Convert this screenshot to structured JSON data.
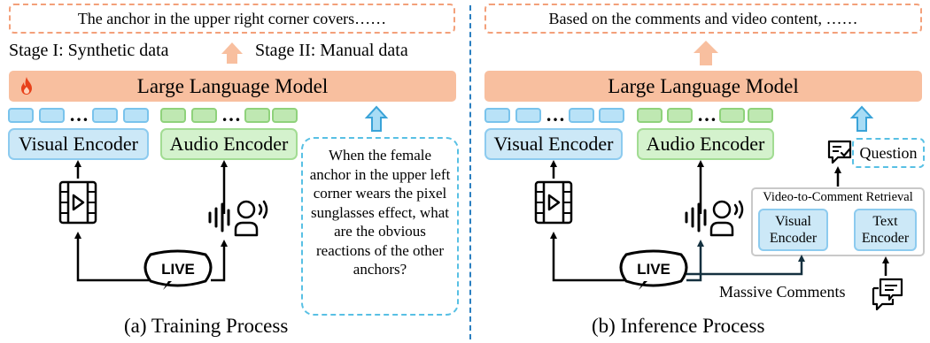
{
  "training": {
    "output_text": "The anchor in the upper right corner covers……",
    "stage1": "Stage I: Synthetic data",
    "stage2": "Stage II: Manual data",
    "llm": "Large Language Model",
    "visual_encoder": "Visual Encoder",
    "audio_encoder": "Audio Encoder",
    "question": "When the female anchor in the upper left corner wears the pixel sunglasses effect, what are the obvious reactions of the other anchors?",
    "live_badge": "LIVE",
    "caption": "(a) Training Process"
  },
  "inference": {
    "output_text": "Based on the comments and video content, ……",
    "llm": "Large Language Model",
    "visual_encoder": "Visual Encoder",
    "audio_encoder": "Audio Encoder",
    "question": "Question",
    "retrieval_title": "Video-to-Comment Retrieval",
    "retrieval_visual": "Visual Encoder",
    "retrieval_text": "Text Encoder",
    "comments": "Massive Comments",
    "live_badge": "LIVE",
    "caption": "(b) Inference Process"
  },
  "tokens_ellipsis": "…",
  "icons": [
    "fire-icon",
    "video-film-icon",
    "audio-wave-icon",
    "speaker-person-icon",
    "live-badge-icon",
    "comments-icon",
    "question-check-icon",
    "arrow-up-icon"
  ],
  "colors": {
    "llm": "#f8bf9f",
    "visual": "#cce8f7",
    "audio": "#d4f2cd",
    "dash_orange": "#f3a07a",
    "dash_blue": "#58c0e4",
    "divider": "#2a7fc0"
  }
}
